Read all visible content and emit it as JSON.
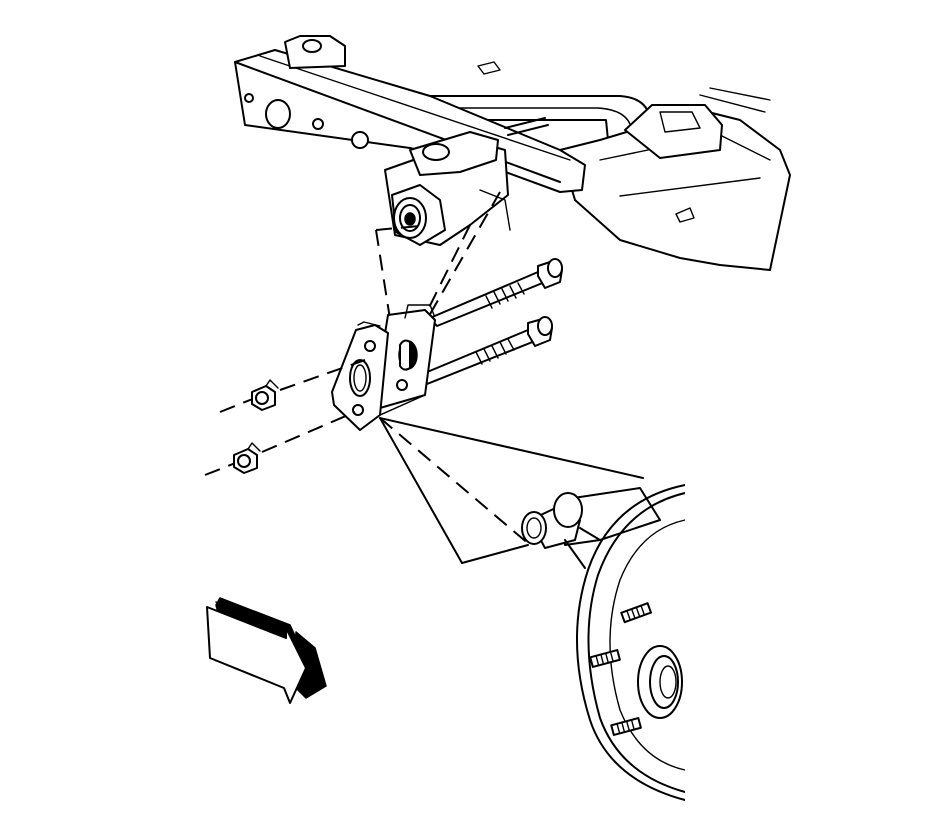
{
  "figure": {
    "components": [
      {
        "name": "rear-frame-crossmember"
      },
      {
        "name": "axle-pivot-bushing"
      },
      {
        "name": "mounting-bracket"
      },
      {
        "name": "pivot-bolt-upper"
      },
      {
        "name": "pivot-bolt-lower"
      },
      {
        "name": "nut-upper"
      },
      {
        "name": "nut-lower"
      },
      {
        "name": "trailing-arm-bushing"
      },
      {
        "name": "brake-drum-hub"
      },
      {
        "name": "wheel-studs"
      }
    ],
    "direction_indicator": {
      "icon": "arrow-icon",
      "points": "front-of-vehicle"
    },
    "colors": {
      "line": "#000000",
      "background": "#ffffff"
    }
  }
}
